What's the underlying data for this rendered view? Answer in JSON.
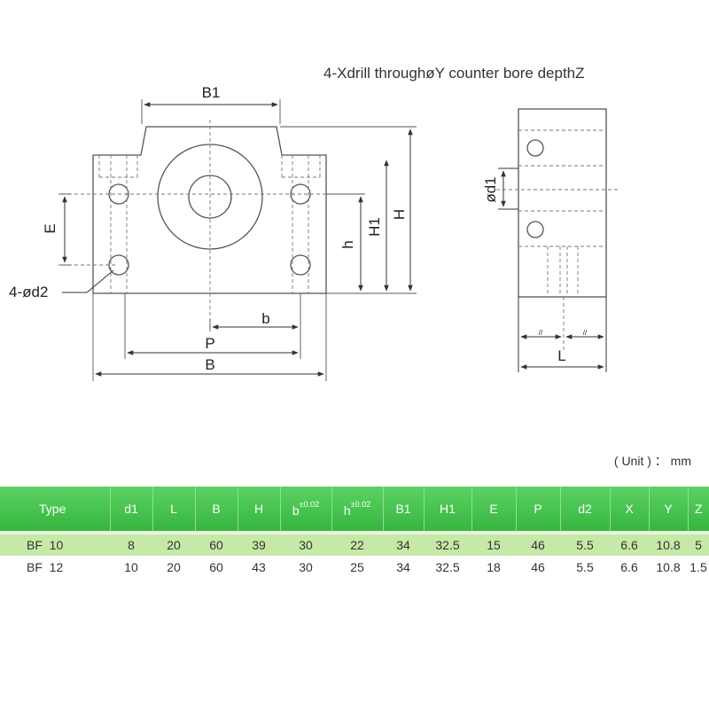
{
  "notes": {
    "drill": "4-Xdrill throughøY counter bore depthZ",
    "unit": "( Unit ) ： mm"
  },
  "drawing_labels": {
    "B1": "B1",
    "E": "E",
    "d2": "4-ød2",
    "h": "h",
    "H1": "H1",
    "H": "H",
    "b": "b",
    "P": "P",
    "B": "B",
    "d1": "ød1",
    "L": "L",
    "half_mark": "//"
  },
  "table": {
    "headers": [
      {
        "text": "Type",
        "sup": ""
      },
      {
        "text": "d1",
        "sup": ""
      },
      {
        "text": "L",
        "sup": ""
      },
      {
        "text": "B",
        "sup": ""
      },
      {
        "text": "H",
        "sup": ""
      },
      {
        "text": "b",
        "sup": "±0.02"
      },
      {
        "text": "h",
        "sup": "±0.02"
      },
      {
        "text": "B1",
        "sup": ""
      },
      {
        "text": "H1",
        "sup": ""
      },
      {
        "text": "E",
        "sup": ""
      },
      {
        "text": "P",
        "sup": ""
      },
      {
        "text": "d2",
        "sup": ""
      },
      {
        "text": "X",
        "sup": ""
      },
      {
        "text": "Y",
        "sup": ""
      },
      {
        "text": "Z",
        "sup": ""
      }
    ],
    "rows": [
      [
        "BF  10",
        "8",
        "20",
        "60",
        "39",
        "30",
        "22",
        "34",
        "32.5",
        "15",
        "46",
        "5.5",
        "6.6",
        "10.8",
        "5"
      ],
      [
        "BF  12",
        "10",
        "20",
        "60",
        "43",
        "30",
        "25",
        "34",
        "32.5",
        "18",
        "46",
        "5.5",
        "6.6",
        "10.8",
        "1.5"
      ]
    ]
  },
  "colors": {
    "header_green": "#3cbc45",
    "row_highlight": "#c7e9a8",
    "line": "#555555"
  }
}
